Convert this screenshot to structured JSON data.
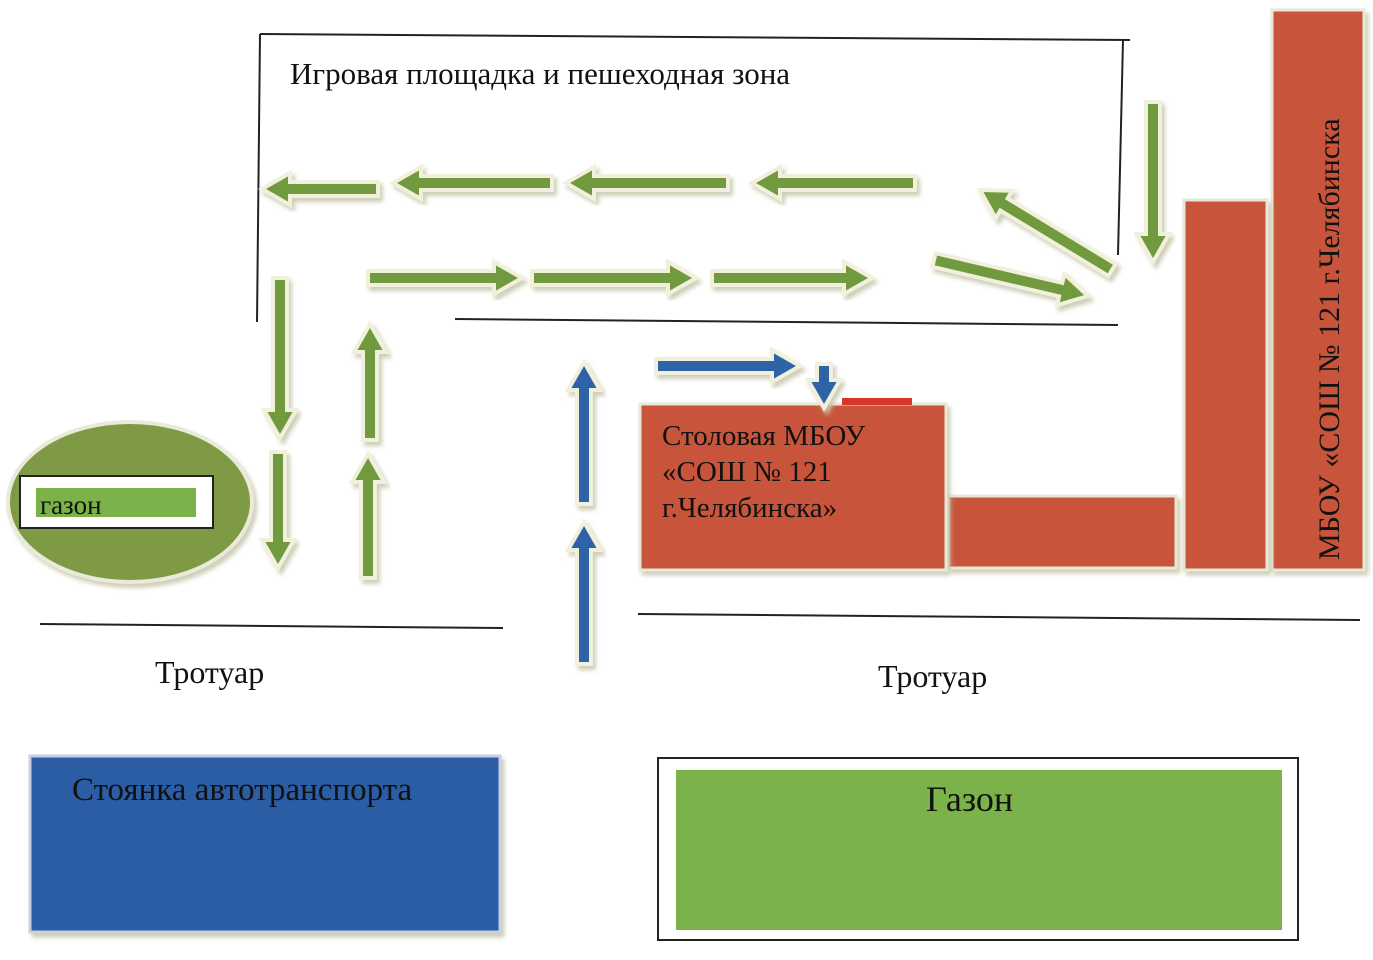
{
  "labels": {
    "play_zone": "Игровая площадка и пешеходная зона",
    "sidewalk_left": "Тротуар",
    "sidewalk_right": "Тротуар",
    "parking": "Стоянка автотранспорта",
    "lawn_large": "Газон",
    "lawn_small": "газон",
    "canteen_lines": [
      "Столовая МБОУ",
      "«СОШ № 121",
      "г.Челябинска»"
    ],
    "school": "МБОУ «СОШ № 121 г.Челябинска"
  },
  "colors": {
    "pedestrian_arrow": "#6f9a3c",
    "vehicle_arrow": "#2e64a8",
    "building": "#c8553a",
    "parking": "#2b5da3",
    "lawn": "#7cb24a",
    "lawn_oval": "#7e9a44"
  }
}
